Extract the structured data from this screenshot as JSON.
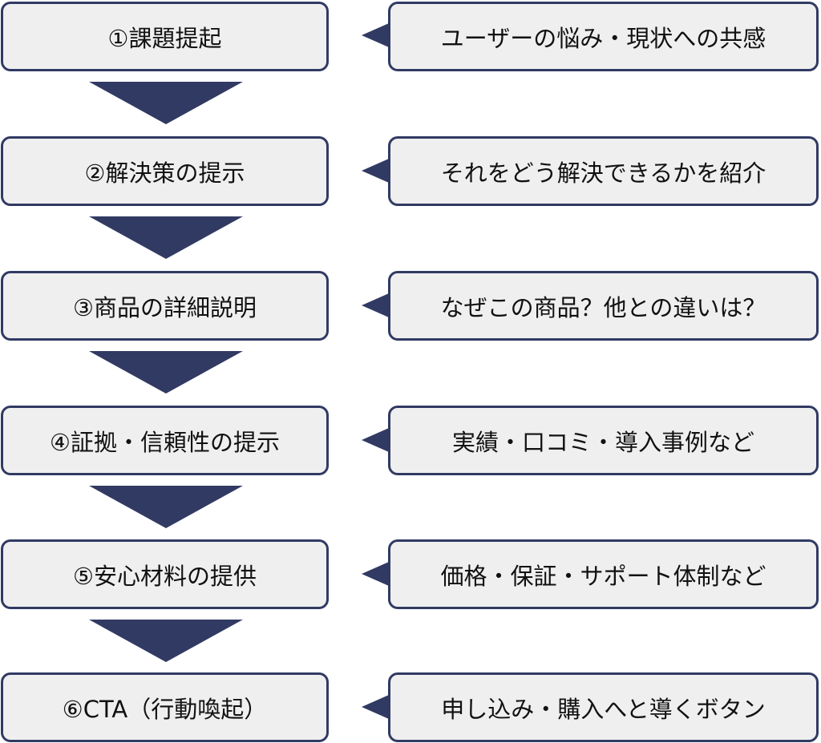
{
  "steps": [
    {
      "label": "①課題提起",
      "note": "ユーザーの悩み・現状への共感"
    },
    {
      "label": "②解決策の提示",
      "note": "それをどう解決できるかを紹介"
    },
    {
      "label": "③商品の詳細説明",
      "note": "なぜこの商品？他との違いは？"
    },
    {
      "label": "④証拠・信頼性の提示",
      "note": "実績・口コミ・導入事例など"
    },
    {
      "label": "⑤安心材料の提供",
      "note": "価格・保証・サポート体制など"
    },
    {
      "label": "⑥CTA（行動喚起）",
      "note": "申し込み・購入へと導くボタン"
    }
  ],
  "colors": {
    "border": "#313a63",
    "box_fill": "#efefef",
    "arrow": "#313a63"
  }
}
